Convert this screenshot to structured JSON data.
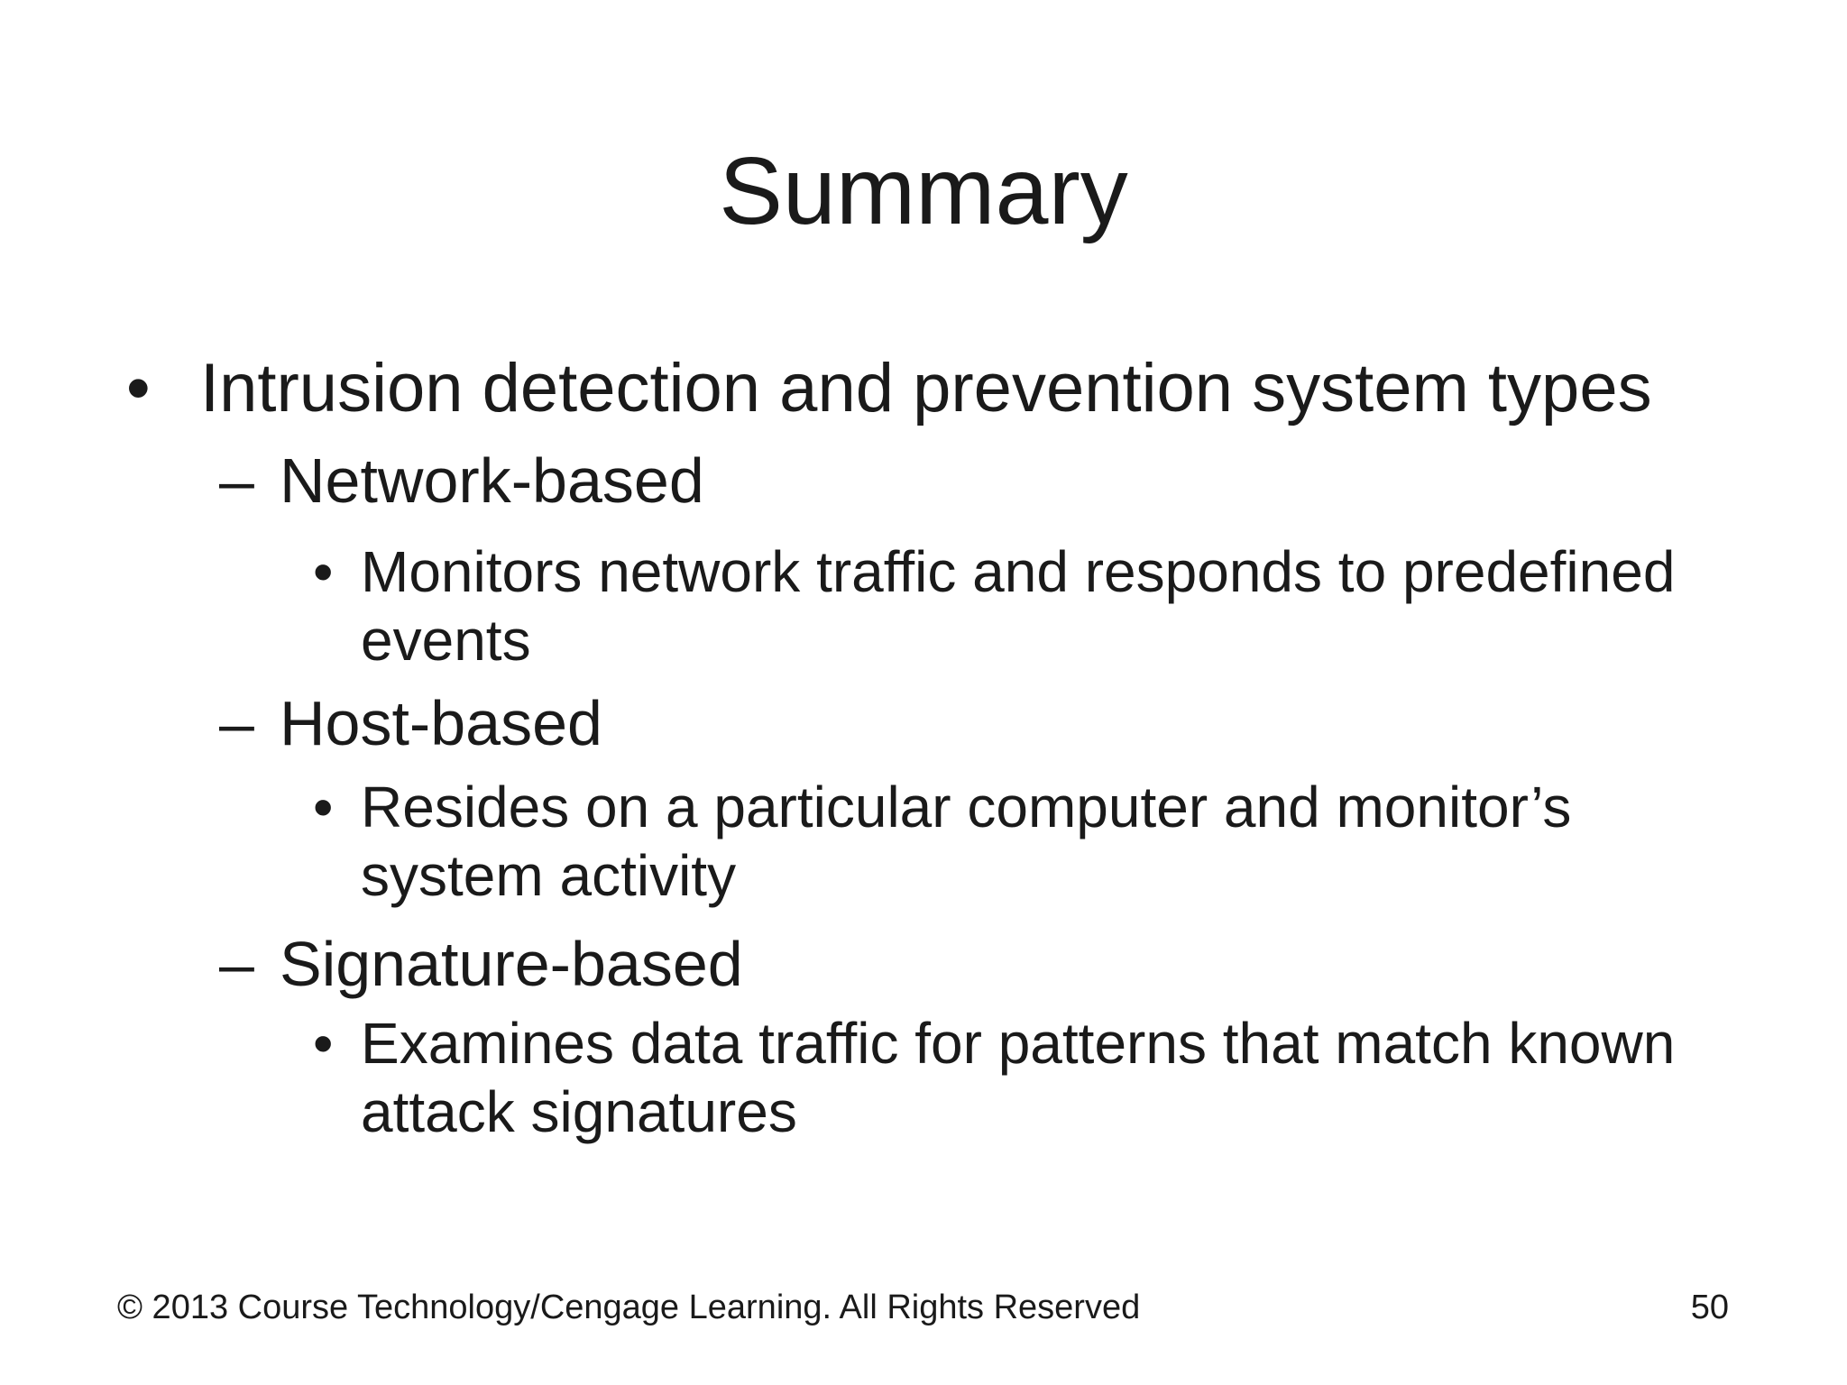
{
  "slide": {
    "title": "Summary",
    "bullets": [
      {
        "level": 1,
        "marker": "•",
        "lines": [
          "Intrusion detection and prevention system types"
        ]
      },
      {
        "level": 2,
        "marker": "–",
        "lines": [
          "Network-based"
        ]
      },
      {
        "level": 3,
        "marker": "•",
        "lines": [
          "Monitors network traffic and responds to predefined",
          "events"
        ]
      },
      {
        "level": 2,
        "marker": "–",
        "lines": [
          "Host-based"
        ]
      },
      {
        "level": 3,
        "marker": "•",
        "lines": [
          "Resides on a particular computer and monitor’s",
          "system activity"
        ]
      },
      {
        "level": 2,
        "marker": "–",
        "lines": [
          "Signature-based"
        ]
      },
      {
        "level": 3,
        "marker": "•",
        "lines": [
          "Examines data traffic for patterns that match known",
          "attack signatures"
        ]
      }
    ],
    "footer": {
      "copyright": "© 2013 Course Technology/Cengage Learning. All Rights Reserved",
      "page_number": "50"
    },
    "colors": {
      "background": "#ffffff",
      "text": "#1a1a1a"
    }
  }
}
